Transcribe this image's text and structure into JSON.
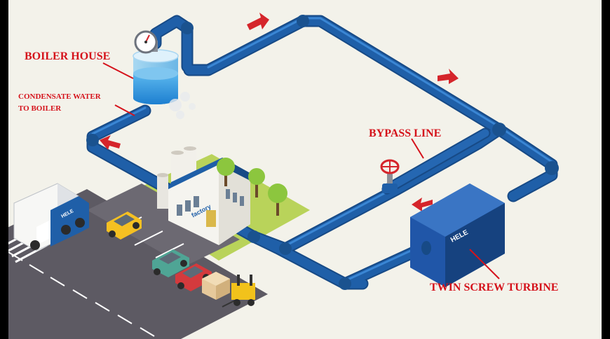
{
  "labels": {
    "boiler_house": "BOILER HOUSE",
    "condensate_line1": "CONDENSATE WATER",
    "condensate_line2": "TO BOILER",
    "bypass_line": "BYPASS LINE",
    "twin_screw_turbine": "TWIN SCREW TURBINE",
    "factory_sign": "factory",
    "turbine_brand": "HELE",
    "truck_brand": "HELE"
  },
  "colors": {
    "pipe": "#1f5fa8",
    "pipe_highlight": "#3a86d4",
    "arrow": "#d5252b",
    "label": "#d5121b",
    "background": "#f3f2ea",
    "turbine": "#2056a8",
    "grass": "#b9d35a",
    "road": "#5d5a63"
  },
  "icons": [
    "pressure-gauge-icon",
    "valve-wheel-icon",
    "flow-arrow-icon",
    "water-tank-icon"
  ]
}
